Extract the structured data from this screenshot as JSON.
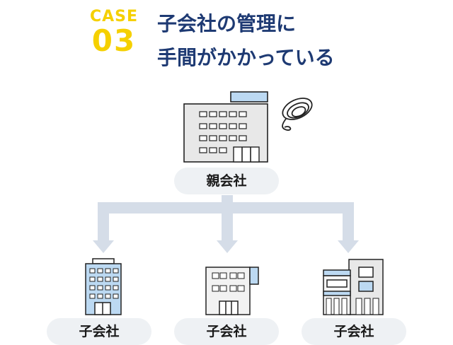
{
  "case": {
    "label": "CASE",
    "number": "03"
  },
  "title": {
    "line1": "子会社の管理に",
    "line2": "手間がかかっている"
  },
  "parent": {
    "label": "親会社"
  },
  "subsidiaries": [
    {
      "label": "子会社"
    },
    {
      "label": "子会社"
    },
    {
      "label": "子会社"
    }
  ],
  "colors": {
    "case_yellow": "#f5d000",
    "title_navy": "#1e3a73",
    "arrow": "#d5dde8",
    "pill_bg": "#eef1f4",
    "building_gray": "#e8e8e8",
    "building_blue": "#bcd9f2"
  },
  "icons": {
    "parent_building": "office-building-icon",
    "stress": "tangled-scribble-icon",
    "subsidiary_1": "tower-building-icon",
    "subsidiary_2": "small-building-icon",
    "subsidiary_3": "shop-building-icon"
  }
}
